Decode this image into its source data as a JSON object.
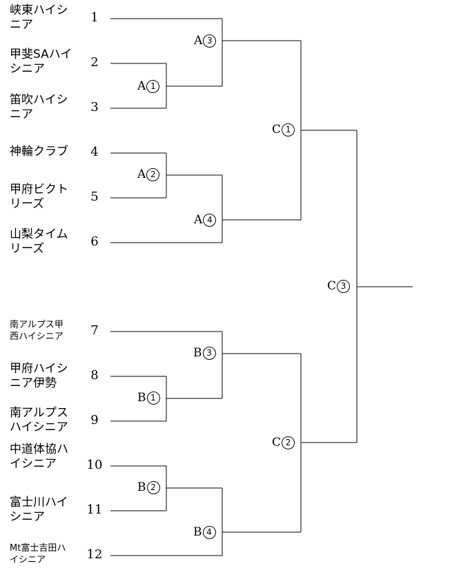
{
  "teams": [
    {
      "seed": "1",
      "name": "峡東ハイシニア"
    },
    {
      "seed": "2",
      "name": "甲斐SAハイシニア"
    },
    {
      "seed": "3",
      "name": "笛吹ハイシニア"
    },
    {
      "seed": "4",
      "name": "神輪クラブ"
    },
    {
      "seed": "5",
      "name": "甲府ビクトリーズ"
    },
    {
      "seed": "6",
      "name": "山梨タイムリーズ"
    },
    {
      "seed": "7",
      "name": "南アルプス甲西ハイシニア"
    },
    {
      "seed": "8",
      "name": "甲府ハイシニア伊勢"
    },
    {
      "seed": "9",
      "name": "南アルプスハイシニア"
    },
    {
      "seed": "10",
      "name": "中道体協ハイシニア"
    },
    {
      "seed": "11",
      "name": "富士川ハイシニア"
    },
    {
      "seed": "12",
      "name": "Mt富士吉田ハイシニア"
    }
  ],
  "matches": [
    {
      "id": "A1",
      "letter": "A",
      "num": "1"
    },
    {
      "id": "A2",
      "letter": "A",
      "num": "2"
    },
    {
      "id": "A3",
      "letter": "A",
      "num": "3"
    },
    {
      "id": "A4",
      "letter": "A",
      "num": "4"
    },
    {
      "id": "B1",
      "letter": "B",
      "num": "1"
    },
    {
      "id": "B2",
      "letter": "B",
      "num": "2"
    },
    {
      "id": "B3",
      "letter": "B",
      "num": "3"
    },
    {
      "id": "B4",
      "letter": "B",
      "num": "4"
    },
    {
      "id": "C1",
      "letter": "C",
      "num": "1"
    },
    {
      "id": "C2",
      "letter": "C",
      "num": "2"
    },
    {
      "id": "C3",
      "letter": "C",
      "num": "3"
    }
  ]
}
